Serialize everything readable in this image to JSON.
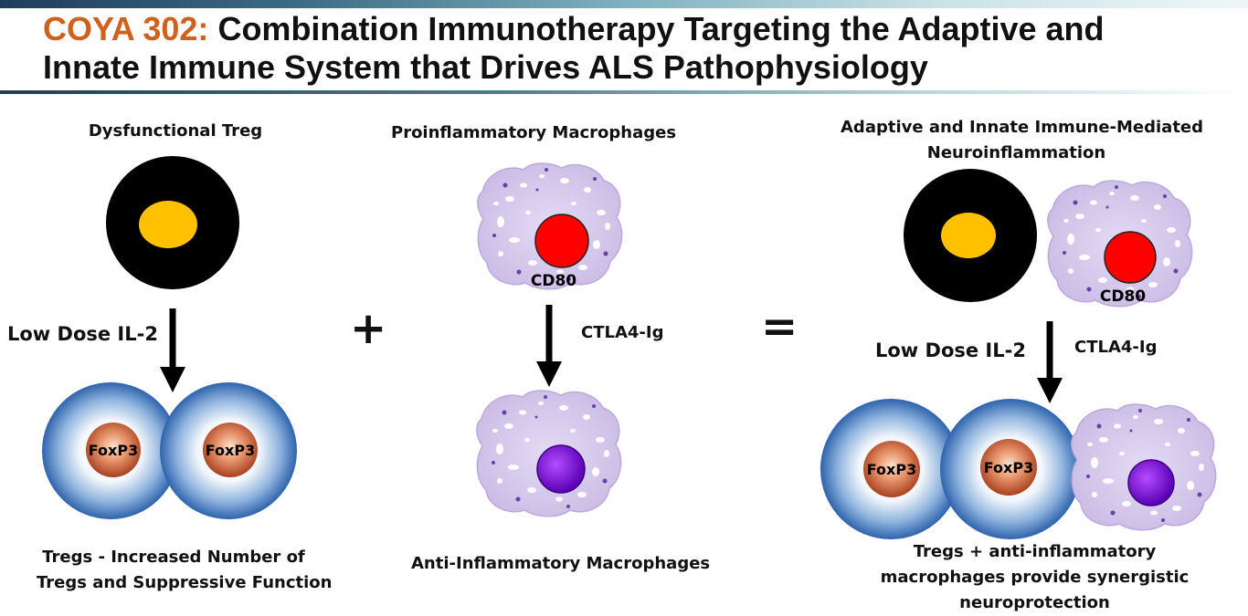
{
  "title": {
    "accent": "COYA 302:",
    "line1_rest": " Combination Immunotherapy Targeting the Adaptive and",
    "line2": "Innate Immune System that Drives ALS Pathophysiology"
  },
  "left": {
    "heading": "Dysfunctional Treg",
    "treatment": "Low Dose IL-2",
    "cell_label_1": "FoxP3",
    "cell_label_2": "FoxP3",
    "caption_line1": "Tregs - Increased Number of",
    "caption_line2": "Tregs and Suppressive Function"
  },
  "plus": "+",
  "middle": {
    "heading": "Proinflammatory Macrophages",
    "marker": "CD80",
    "treatment": "CTLA4-Ig",
    "caption": "Anti-Inflammatory Macrophages"
  },
  "equals": "=",
  "right": {
    "heading_line1": "Adaptive and Innate Immune-Mediated",
    "heading_line2": "Neuroinflammation",
    "marker": "CD80",
    "treatment_a": "Low Dose IL-2",
    "treatment_b": "CTLA4-Ig",
    "cell_label_1": "FoxP3",
    "cell_label_2": "FoxP3",
    "caption_line1": "Tregs + anti-inflammatory",
    "caption_line2": "macrophages provide synergistic",
    "caption_line3": "neuroprotection"
  },
  "colors": {
    "title_accent": "#d0611c",
    "treg_body": "#000000",
    "treg_nucleus": "#ffc000",
    "cd80_nucleus": "#ff0000",
    "anti_nucleus": "#7a00e6",
    "macrophage": "#d9cdee",
    "regulatory_cell": "#3a6fb5",
    "foxp3_core": "#c0542a"
  }
}
